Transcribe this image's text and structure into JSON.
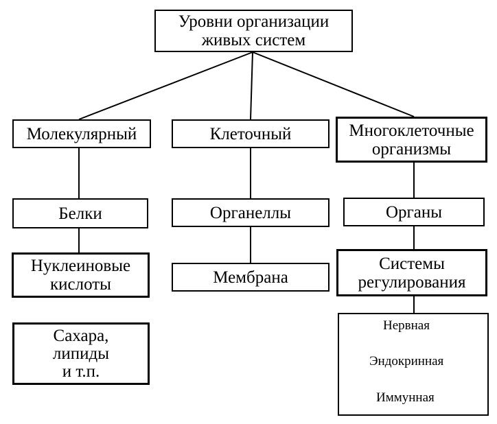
{
  "root": "Уровни организации\nживых систем",
  "columns": [
    {
      "level": "Молекулярный",
      "items": [
        "Белки",
        "Нуклеиновые\nкислоты",
        "Сахара,\nлипиды\nи т.п."
      ]
    },
    {
      "level": "Клеточный",
      "items": [
        "Органеллы",
        "Мембрана"
      ]
    },
    {
      "level": "Многоклеточные\nорганизмы",
      "items": [
        "Органы",
        "Системы\nрегулирования"
      ],
      "subsystems": [
        "Нервная",
        "Эндокринная",
        "Иммунная"
      ]
    }
  ]
}
